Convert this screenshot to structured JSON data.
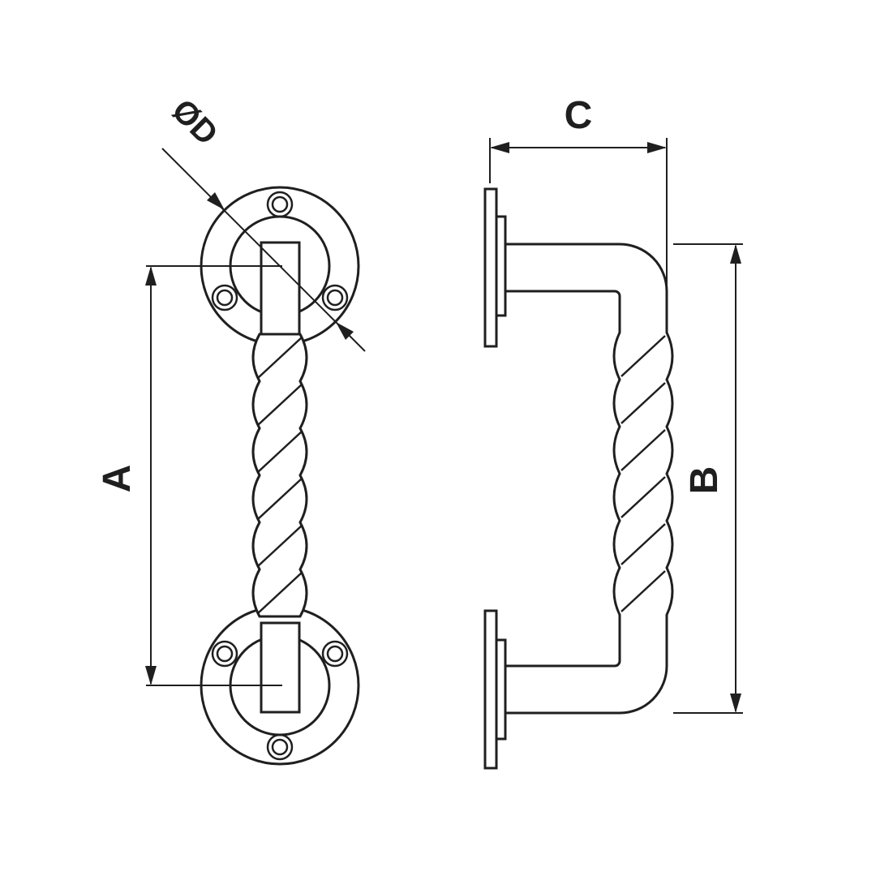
{
  "drawing": {
    "labels": {
      "diameter": "ØD",
      "length_a": "A",
      "height_b": "B",
      "depth_c": "C"
    },
    "colors": {
      "line": "#1f1f1f",
      "background": "#ffffff"
    }
  }
}
